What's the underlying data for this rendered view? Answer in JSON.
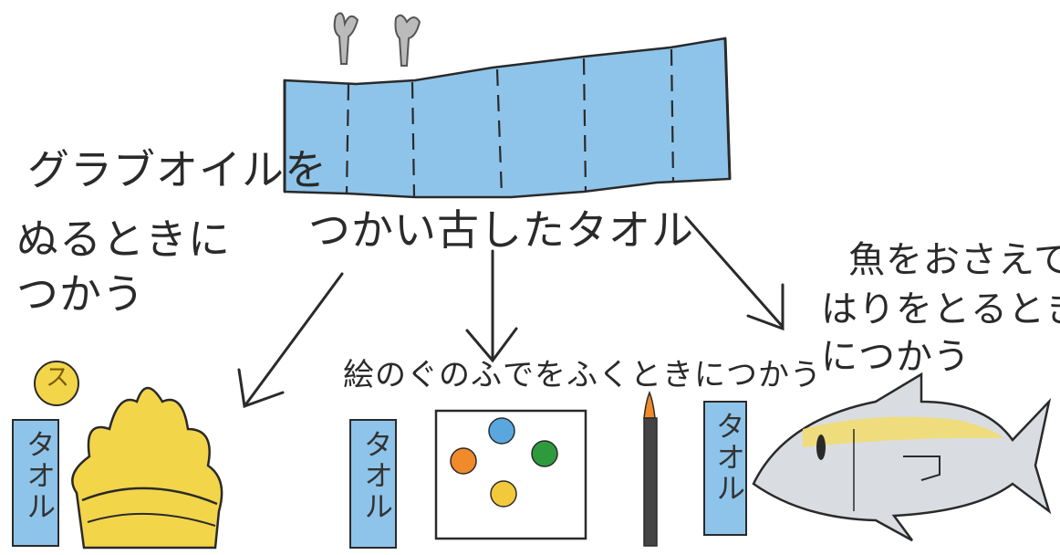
{
  "texts": {
    "left_line1": "グラブオイルを",
    "left_line2": "ぬるときに",
    "left_line3": "つかう",
    "center_label": "つかい古したタオル",
    "middle_caption": "絵のぐのふでをふくときにつかう",
    "right_line1": "魚をおさえて",
    "right_line2": "はりをとるとき",
    "right_line3": "につかう",
    "towel_left": "タオル",
    "towel_mid": "タオル",
    "towel_right": "タオル",
    "ball_letter": "ス"
  },
  "colors": {
    "towel_blue": "#8ec4ea",
    "ink": "#2a2a2a",
    "glove_yellow": "#f3d54a",
    "fish_grey": "#cfd2d6",
    "paint_orange": "#f08a2b",
    "paint_blue": "#5aa7e0",
    "paint_green": "#2e9a3e",
    "paint_yellow": "#f2c93a"
  }
}
